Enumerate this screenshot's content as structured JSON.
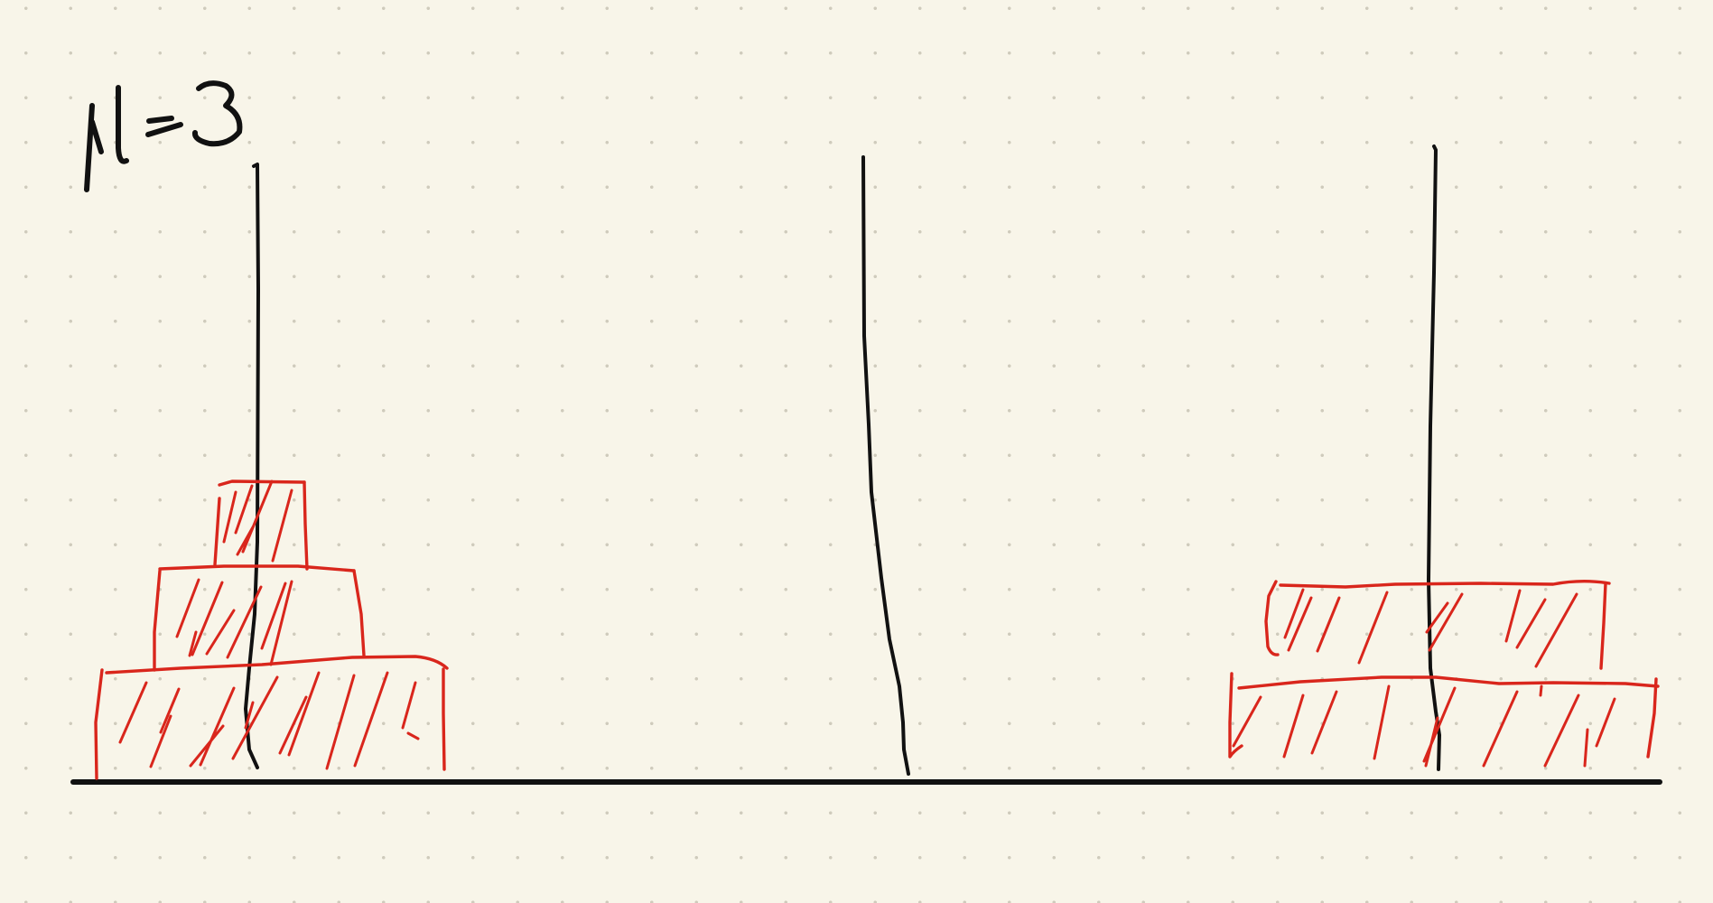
{
  "note": {
    "label": "N=3",
    "ink_color": "#111111",
    "disk_color": "#d9261c",
    "paper_color": "#f8f5e9"
  },
  "pegs": [
    {
      "position": 1,
      "disk_count": 3
    },
    {
      "position": 2,
      "disk_count": 0
    },
    {
      "position": 3,
      "disk_count": 2
    }
  ]
}
